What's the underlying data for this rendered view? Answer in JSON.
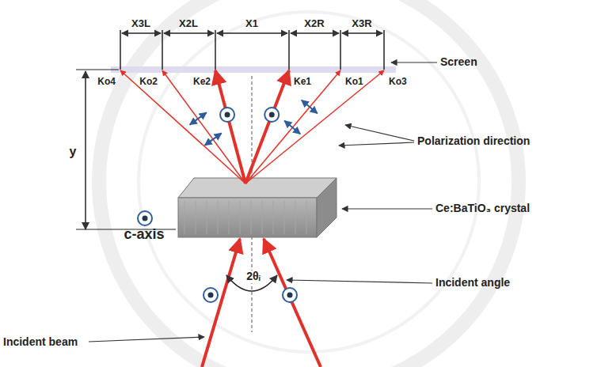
{
  "diagram": {
    "labels": [
      "X3L",
      "X2L",
      "X1",
      "X2R",
      "X3R",
      "Ko4",
      "Ko2",
      "Ke2",
      "Ke1",
      "Ko1",
      "Ko3",
      "Screen",
      "y",
      "Polarization direction",
      "Ce:BaTiO₃ crystal",
      "c-axis",
      "2θᵢ",
      "Incident angle",
      "Incident beam"
    ]
  }
}
